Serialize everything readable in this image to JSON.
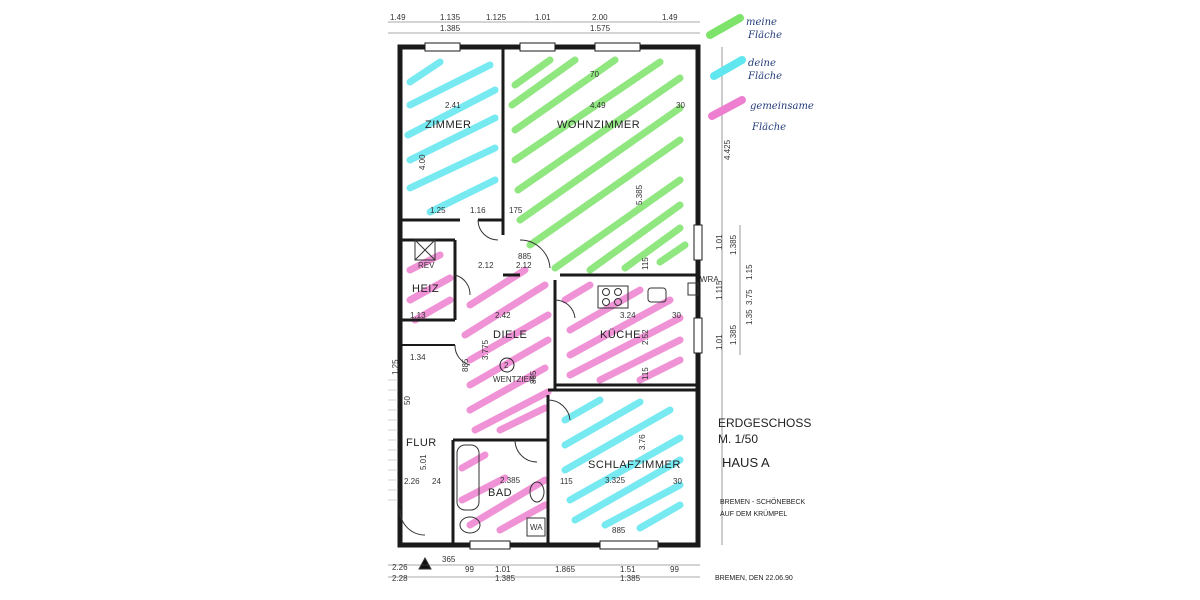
{
  "legend": {
    "items": [
      {
        "label_line1": "meine",
        "label_line2": "Fläche",
        "color": "#7de36a"
      },
      {
        "label_line1": "deine",
        "label_line2": "Fläche",
        "color": "#5fe6ef"
      },
      {
        "label_line1": "gemeinsame",
        "label_line2": "Fläche",
        "color": "#ee7fd0"
      }
    ]
  },
  "rooms": {
    "zimmer": "ZIMMER",
    "wohnzimmer": "WOHNZIMMER",
    "heiz": "HEIZ",
    "diele": "DIELE",
    "kueche": "KÜCHE",
    "flur": "FLUR",
    "bad": "BAD",
    "schlafzimmer": "SCHLAFZIMMER",
    "wentzien": "WENTZIEN",
    "wra": "WRA",
    "rev": "REV",
    "wa": "WA",
    "marker": "2"
  },
  "title_block": {
    "line1": "ERDGESCHOSS",
    "line2": "M.  1/50",
    "line3": "HAUS A",
    "line4": "BREMEN - SCHÖNEBECK",
    "line5": "AUF DEM KRÜMPEL",
    "date": "BREMEN, DEN  22.06.90"
  },
  "dimensions": {
    "top_row": [
      "1.49",
      "1.135",
      "1.125",
      "1.01",
      "2.00",
      "1.49"
    ],
    "top_row2": [
      "1.385",
      "1.575"
    ],
    "zimmer_width": "2.41",
    "zimmer_height": "4.00",
    "wohn_width": "4.49",
    "wohn_height": "5.385",
    "wohn_top": "70",
    "right_side": [
      "4.425",
      "1.01",
      "1.385",
      "1.15",
      "3.75",
      "1.115",
      "1.01",
      "1.385",
      "1.35"
    ],
    "kueche_width": "3.24",
    "kueche_height": "2.52",
    "diele_width": "2.42",
    "diele_height": "3.775",
    "schlaf_width": "3.325",
    "schlaf_height": "3.76",
    "bad_width": "2.385",
    "flur_height": "5.01",
    "flur_width": "2.26",
    "bottom_row": [
      "2.26",
      "365",
      "99",
      "1.01",
      "1.865",
      "1.51",
      "99"
    ],
    "bottom_row2": [
      "2.28",
      "1.385",
      "1.385"
    ],
    "misc": [
      "885",
      "2.12",
      "2.12",
      "885",
      "1.25",
      "1.16",
      "175",
      "30",
      "115",
      "30",
      "115",
      "885",
      "1.34",
      "1.13",
      "1.25",
      "50",
      "24",
      "115",
      "30",
      "885"
    ]
  }
}
